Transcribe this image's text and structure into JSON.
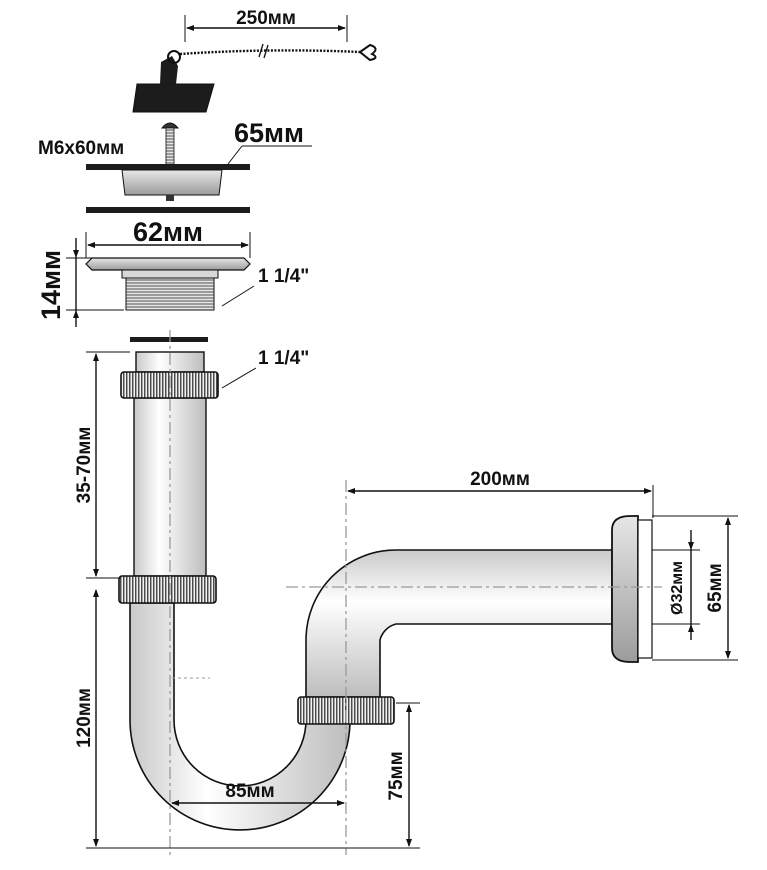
{
  "labels": {
    "chain_length": "250мм",
    "screw": "M6x60мм",
    "grate_diameter": "65мм",
    "flange_diameter": "62мм",
    "flange_height": "14мм",
    "outlet_thread": "1 1/4\"",
    "inlet_thread": "1 1/4\"",
    "adjust_range": "35-70мм",
    "trap_height": "120мм",
    "outlet_length": "200мм",
    "pipe_diameter": "Ø32мм",
    "escutcheon_height": "65мм",
    "trap_width": "85мм",
    "trap_depth": "75мм"
  },
  "colors": {
    "stroke": "#111111",
    "centerline": "#9a9a9a",
    "part_dark": "#1c1c1c"
  }
}
